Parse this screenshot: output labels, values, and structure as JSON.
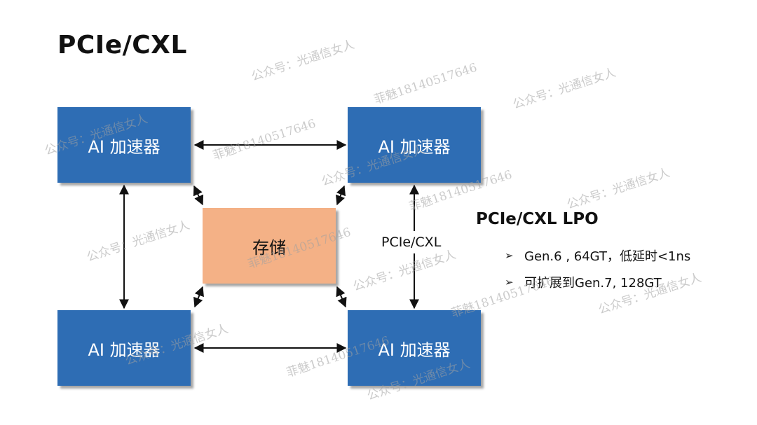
{
  "title": "PCIe/CXL",
  "nodes": {
    "accelerator_top_left": "AI 加速器",
    "accelerator_top_right": "AI 加速器",
    "accelerator_bottom_left": "AI 加速器",
    "accelerator_bottom_right": "AI 加速器",
    "storage": "存储"
  },
  "link_label": "PCIe/CXL",
  "panel": {
    "title": "PCIe/CXL LPO",
    "bullets": [
      "Gen.6 , 64GT，低延时<1ns",
      "可扩展到Gen.7, 128GT"
    ],
    "bullet_marker": "➢"
  },
  "watermarks": {
    "account": "公众号：光通信女人",
    "contact": "菲魅18140517646"
  },
  "colors": {
    "accelerator": "#2e6db4",
    "storage": "#f4b186",
    "text": "#111111"
  }
}
